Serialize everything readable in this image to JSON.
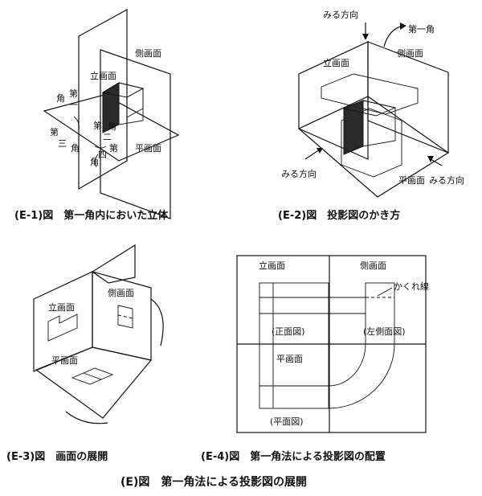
{
  "e1": {
    "caption": "(E-1)図　第一角内においた立体",
    "front": "立画面",
    "side": "側画面",
    "plane": "平画面",
    "q1": [
      "第",
      "一",
      "角"
    ],
    "q2": [
      "角",
      "二",
      "第"
    ],
    "q3": [
      "第",
      "三",
      "角"
    ],
    "q4": [
      "四",
      "角"
    ],
    "q4b": "第"
  },
  "e2": {
    "caption": "(E-2)図　投影図のかき方",
    "view_top": "みる方向",
    "first_angle": "第一角",
    "front": "立画面",
    "side": "側画面",
    "plane": "平画面",
    "view_left": "みる方向",
    "view_right": "みる方向"
  },
  "e3": {
    "caption": "(E-3)図　画面の展開",
    "front": "立画面",
    "side": "側画面",
    "plane": "平画面"
  },
  "e4": {
    "caption": "(E-4)図　第一角法による投影図の配置",
    "front": "立画面",
    "side": "側画面",
    "hidden": "かくれ線",
    "front_view": "(正面図)",
    "left_view": "(左側面図)",
    "plane": "平画面",
    "plan_view": "(平面図)"
  },
  "title": "(E)図　第一角法による投影図の展開"
}
